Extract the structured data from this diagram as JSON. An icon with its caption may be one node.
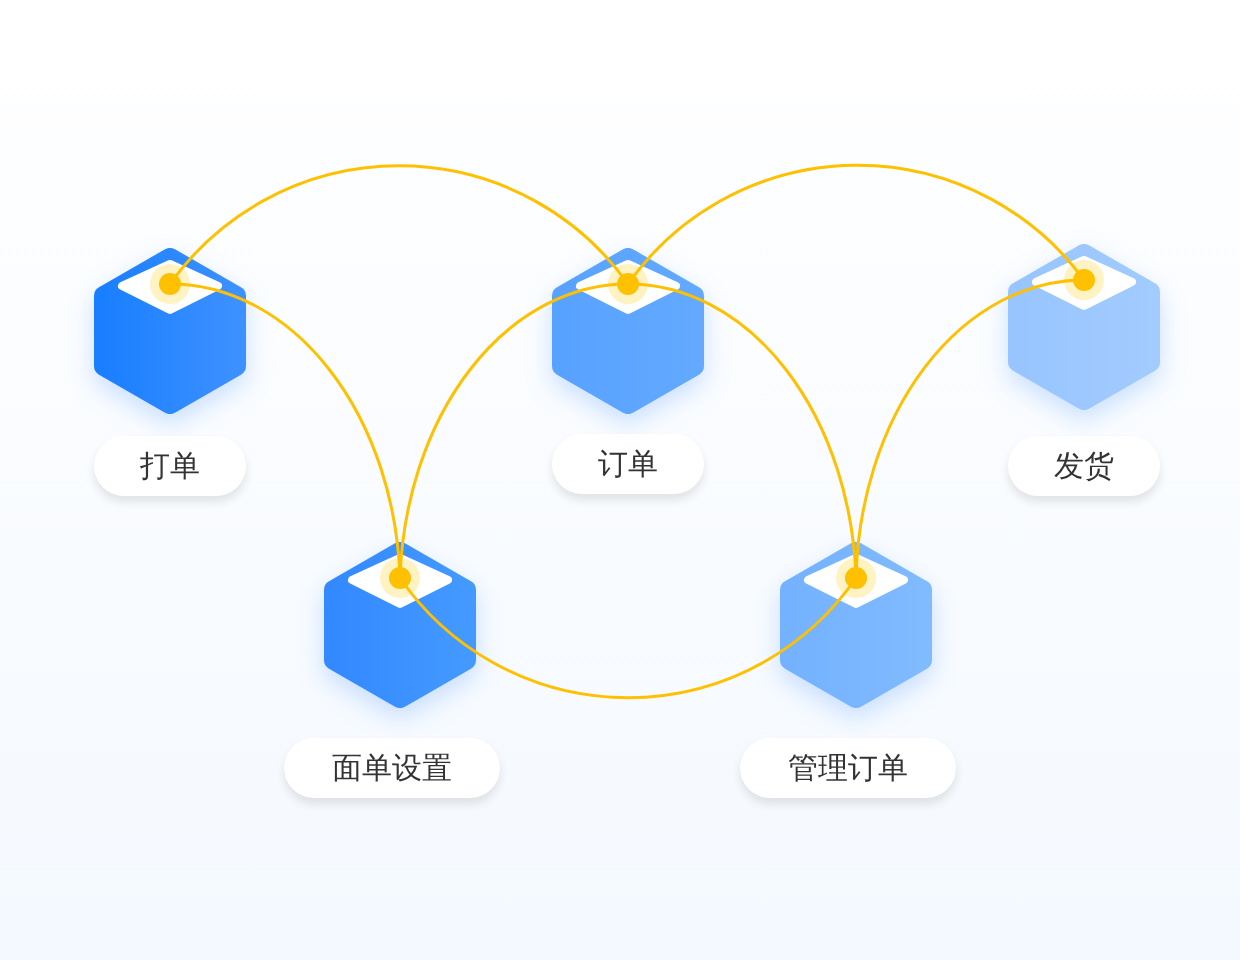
{
  "diagram": {
    "nodes": [
      {
        "text": [],
        "shape": "picture"
      },
      {
        "text": [],
        "shape": "picture"
      },
      {
        "text": [],
        "shape": "picture"
      },
      {
        "text": [],
        "shape": "picture"
      },
      {
        "text": [],
        "shape": "picture"
      },
      {
        "text": [
          "打单"
        ]
      },
      {
        "text": [
          "订单"
        ]
      },
      {
        "text": [
          "发货"
        ]
      },
      {
        "text": [
          "面单设置"
        ]
      },
      {
        "text": [
          "管理订单"
        ]
      }
    ],
    "edges": [
      {
        "from": 0,
        "to": 1,
        "arrow": "none",
        "color": "#ffc000"
      },
      {
        "from": 1,
        "to": 2,
        "arrow": "none",
        "color": "#ffc000"
      },
      {
        "from": 0,
        "to": 3,
        "arrow": "none",
        "color": "#ffc000"
      },
      {
        "from": 3,
        "to": 1,
        "arrow": "none",
        "color": "#ffc000"
      },
      {
        "from": 1,
        "to": 4,
        "arrow": "none",
        "color": "#ffc000"
      },
      {
        "from": 4,
        "to": 2,
        "arrow": "none",
        "color": "#ffc000"
      },
      {
        "from": 3,
        "to": 4,
        "arrow": "none",
        "color": "#ffc000"
      }
    ]
  }
}
